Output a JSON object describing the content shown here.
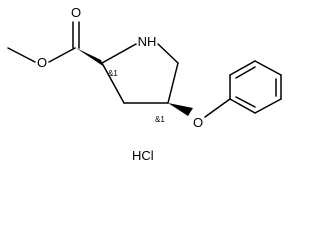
{
  "molecule": {
    "atoms": {
      "nitrogen": "NH",
      "carbonyl_oxygen": "O",
      "ester_oxygen": "O",
      "ether_oxygen": "O"
    },
    "stereo_labels": {
      "c2": "&1",
      "c4": "&1"
    },
    "salt": "HCl"
  }
}
